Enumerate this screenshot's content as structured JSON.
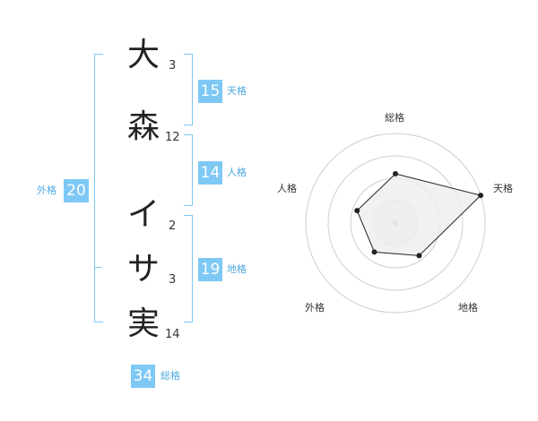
{
  "name": {
    "chars": [
      {
        "char": "大",
        "strokes": "3"
      },
      {
        "char": "森",
        "strokes": "12"
      },
      {
        "char": "イ",
        "strokes": "2"
      },
      {
        "char": "サ",
        "strokes": "3"
      },
      {
        "char": "実",
        "strokes": "14"
      }
    ]
  },
  "kakusu": {
    "tenkaku": {
      "value": "15",
      "label": "天格"
    },
    "jinkaku": {
      "value": "14",
      "label": "人格"
    },
    "chikaku": {
      "value": "19",
      "label": "地格"
    },
    "gaikaku": {
      "value": "20",
      "label": "外格"
    },
    "soukaku": {
      "value": "34",
      "label": "総格"
    }
  },
  "chart_data": {
    "type": "radar",
    "axes": [
      "総格",
      "天格",
      "地格",
      "外格",
      "人格"
    ],
    "values": [
      0.55,
      1.0,
      0.45,
      0.4,
      0.45
    ],
    "rings": 4,
    "fill_color": "#eeeeee",
    "line_color": "#222222"
  }
}
